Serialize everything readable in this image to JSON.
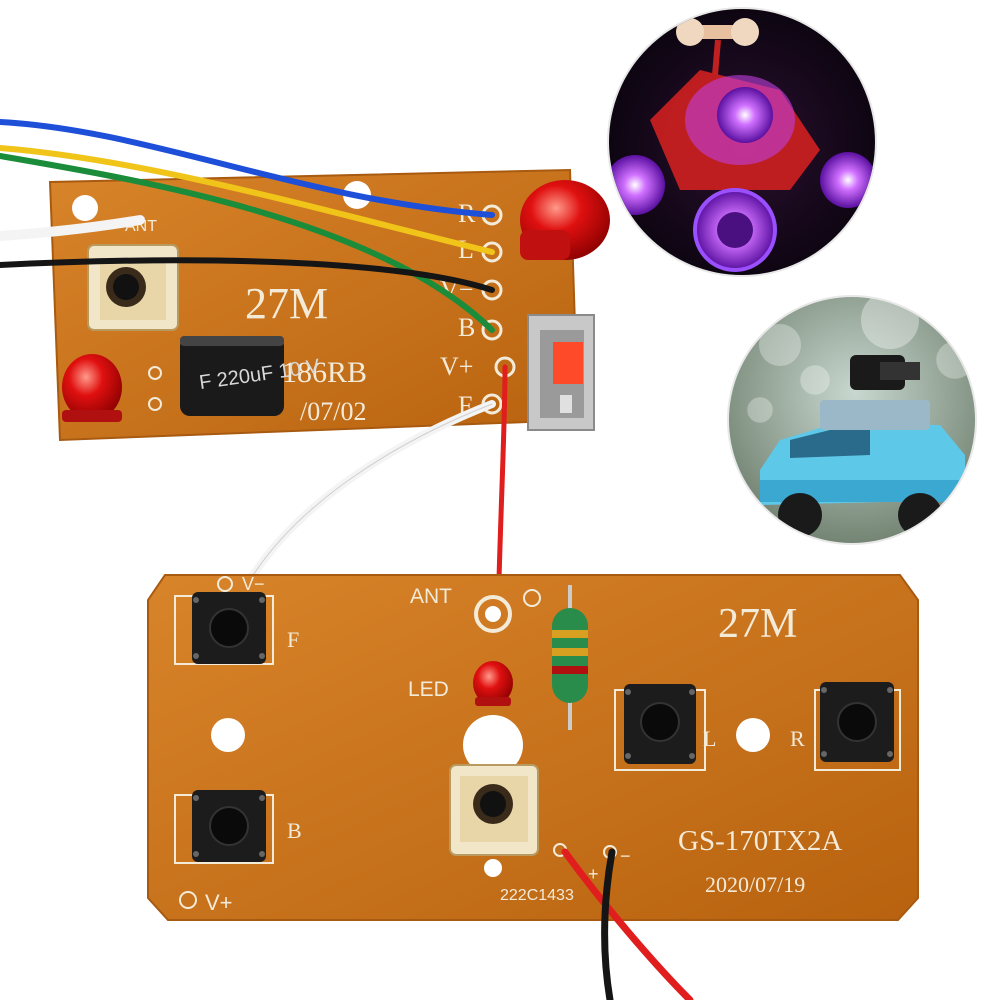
{
  "receiver_board": {
    "frequency": "27M",
    "model": "186RB",
    "date": "/07/02",
    "pin_labels": {
      "right": "R",
      "left": "L",
      "v_minus": "V−",
      "back": "B",
      "v_plus": "V+",
      "forward": "F"
    },
    "antenna_label": "ANT",
    "capacitor_text": "F 220uF 10 V"
  },
  "transmitter_board": {
    "frequency": "27M",
    "model": "GS-170TX2A",
    "date": "2020/07/19",
    "serial": "222C1433",
    "labels": {
      "antenna": "ANT",
      "led": "LED",
      "forward": "F",
      "back": "B",
      "left": "L",
      "right": "R",
      "v_minus": "V−",
      "v_plus": "V+",
      "plus": "+",
      "minus": "−"
    }
  },
  "wire_colors": {
    "blue": "#1e4fd8",
    "green": "#1a8c3a",
    "yellow": "#f0c419",
    "black": "#151515",
    "white": "#f4f4f4",
    "red": "#e01e1e"
  },
  "pcb_color": "#c9731a",
  "insets": [
    "stunt-car-photo",
    "bubble-car-photo"
  ]
}
